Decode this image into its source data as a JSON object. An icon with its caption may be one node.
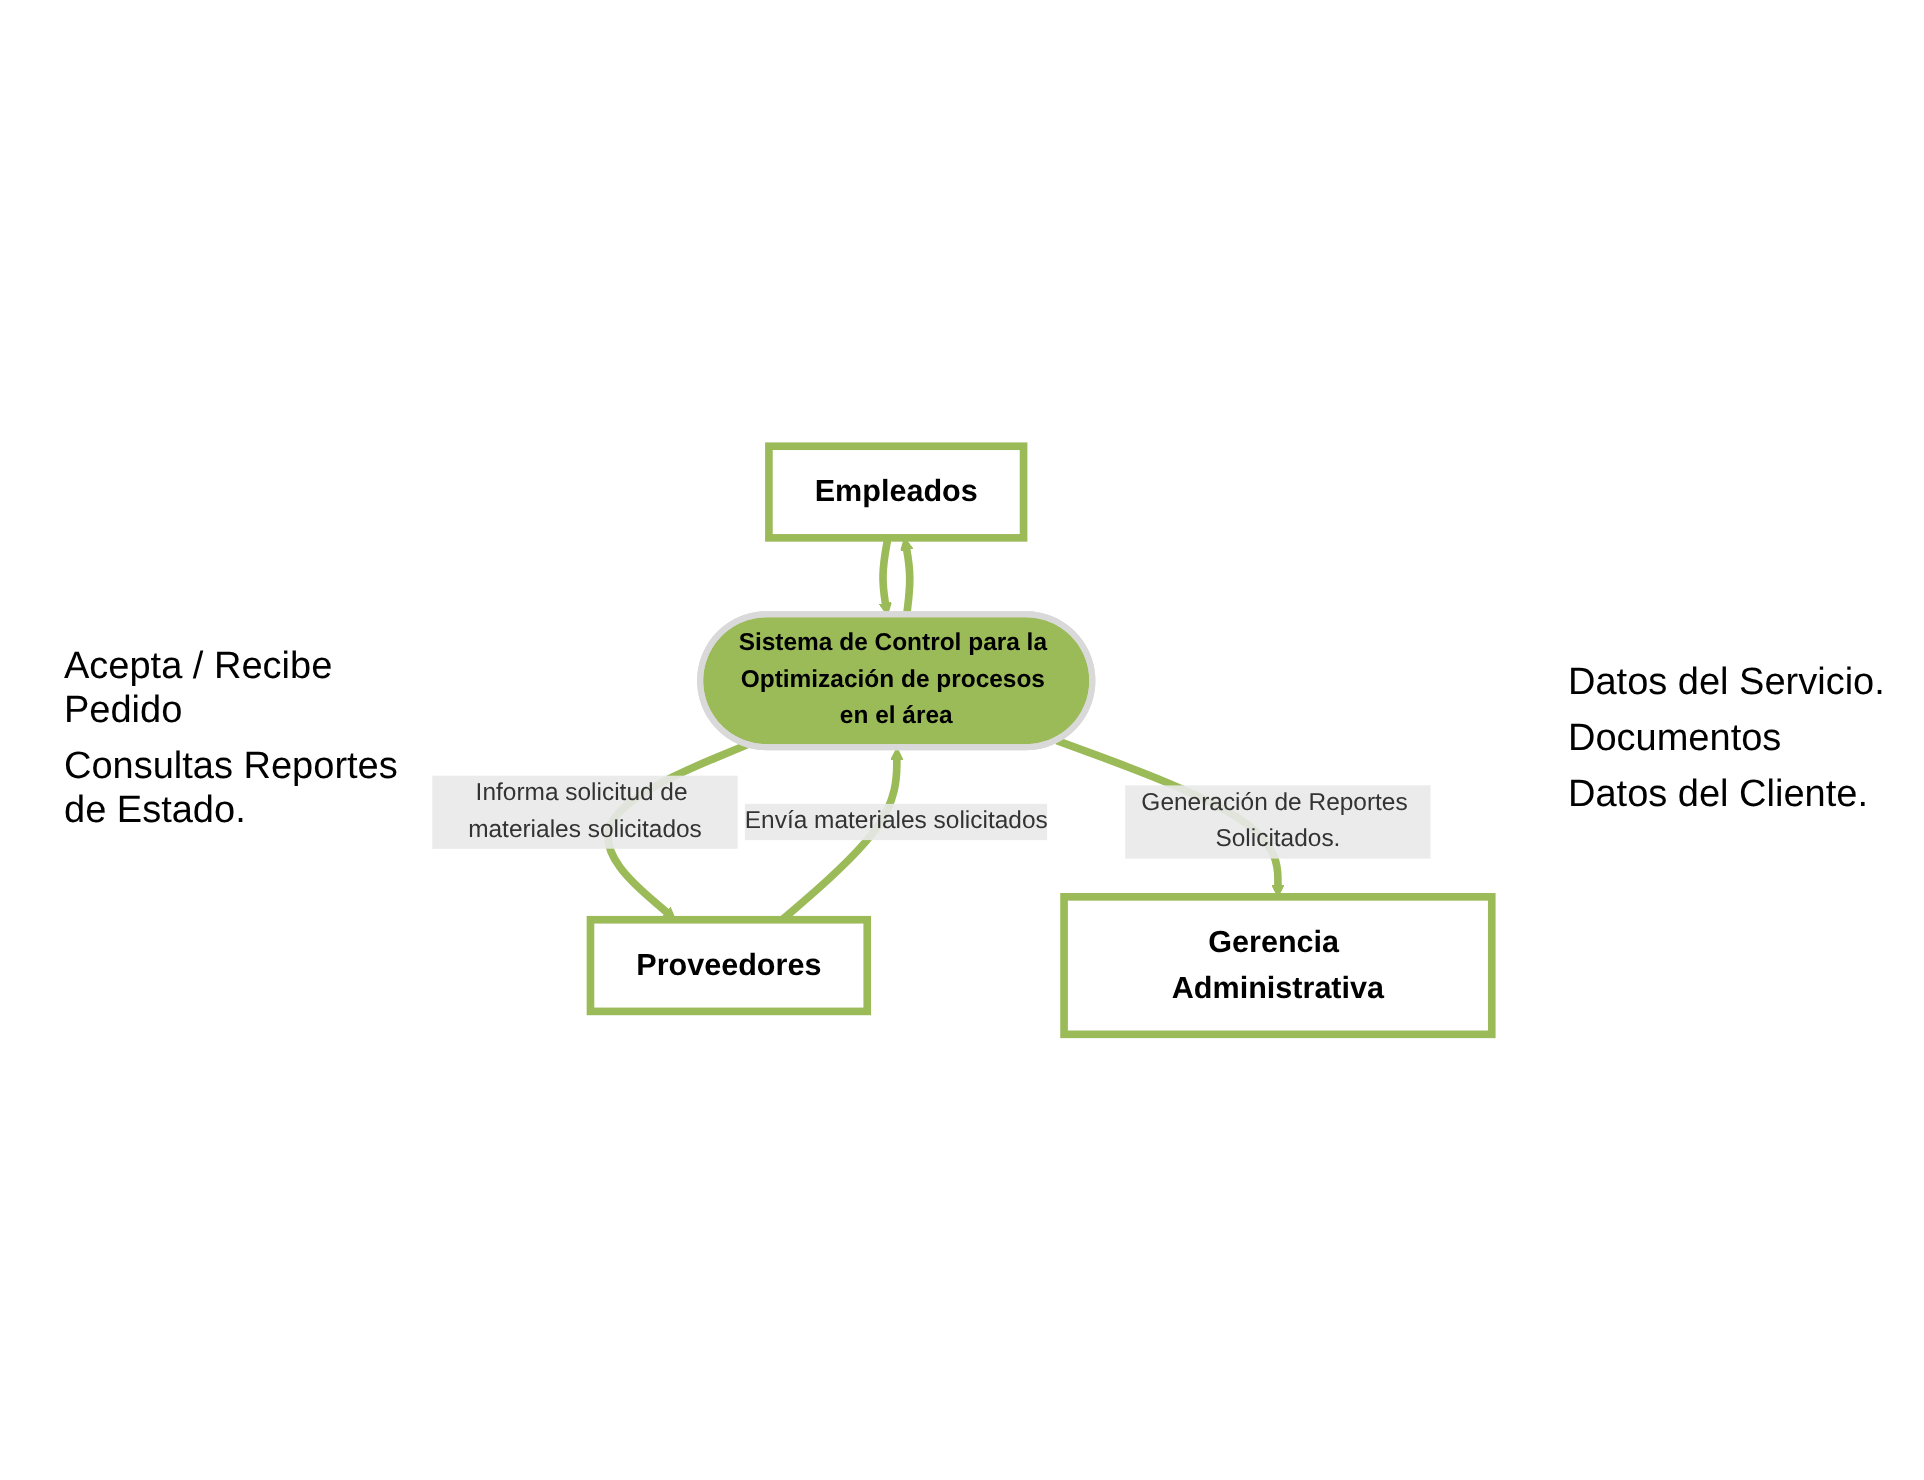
{
  "diagram": {
    "nodes": [
      {
        "text": [
          "Empleados"
        ]
      },
      {
        "text": [
          "Sistema de Control para la Optimización de procesos en el área"
        ]
      },
      {
        "text": [
          "Proveedores"
        ]
      },
      {
        "text": [
          "Gerencia Administrativa"
        ]
      }
    ],
    "edges": [
      {
        "from": 1,
        "to": 0,
        "arrow": "to"
      },
      {
        "from": 0,
        "to": 1,
        "arrow": "to"
      },
      {
        "from": 2,
        "to": 1,
        "arrow": "to",
        "label": "Envía materiales solicitados"
      },
      {
        "from": 1,
        "to": 2,
        "arrow": "to",
        "label": "Informa solicitud de materiales solicitados"
      },
      {
        "from": 1,
        "to": 3,
        "arrow": "to",
        "label": "Generación de Reportes Solicitados."
      }
    ],
    "labels": [
      "Acepta / Recibe Pedido",
      "Consultas Reportes de Estado.",
      "Datos del Servicio.",
      "Documentos",
      "Datos del Cliente."
    ]
  }
}
